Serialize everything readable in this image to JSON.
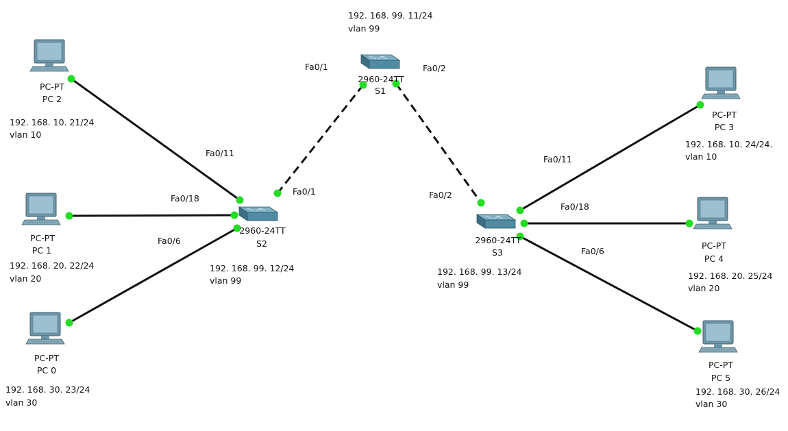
{
  "diagram": {
    "switches": [
      {
        "id": "S1",
        "model": "2960-24TT",
        "name": "S1",
        "ip": "192. 168. 99. 11/24",
        "vlan": "vlan 99"
      },
      {
        "id": "S2",
        "model": "2960-24TT",
        "name": "S2",
        "ip": "192. 168. 99. 12/24",
        "vlan": "vlan 99"
      },
      {
        "id": "S3",
        "model": "2960-24TT",
        "name": "S3",
        "ip": "192. 168. 99. 13/24",
        "vlan": "vlan 99"
      }
    ],
    "pcs": [
      {
        "id": "PC2",
        "type": "PC-PT",
        "name": "PC 2",
        "ip": "192. 168. 10. 21/24",
        "vlan": "vlan 10"
      },
      {
        "id": "PC1",
        "type": "PC-PT",
        "name": "PC 1",
        "ip": "192. 168. 20. 22/24",
        "vlan": "vlan 20"
      },
      {
        "id": "PC0",
        "type": "PC-PT",
        "name": "PC 0",
        "ip": "192. 168. 30. 23/24",
        "vlan": "vlan 30"
      },
      {
        "id": "PC3",
        "type": "PC-PT",
        "name": "PC 3",
        "ip": "192. 168. 10. 24/24.",
        "vlan": "vlan 10"
      },
      {
        "id": "PC4",
        "type": "PC-PT",
        "name": "PC 4",
        "ip": "192. 168. 20. 25/24",
        "vlan": "vlan 20"
      },
      {
        "id": "PC5",
        "type": "PC-PT",
        "name": "PC 5",
        "ip": "192. 168. 30. 26/24",
        "vlan": "vlan 30"
      }
    ],
    "links": [
      {
        "from": "S1",
        "to": "S2",
        "style": "dashed",
        "port_a": "Fa0/1",
        "port_b": "Fa0/1"
      },
      {
        "from": "S1",
        "to": "S3",
        "style": "dashed",
        "port_a": "Fa0/2",
        "port_b": "Fa0/2"
      },
      {
        "from": "S2",
        "to": "PC2",
        "style": "solid",
        "port": "Fa0/11"
      },
      {
        "from": "S2",
        "to": "PC1",
        "style": "solid",
        "port": "Fa0/18"
      },
      {
        "from": "S2",
        "to": "PC0",
        "style": "solid",
        "port": "Fa0/6"
      },
      {
        "from": "S3",
        "to": "PC3",
        "style": "solid",
        "port": "Fa0/11"
      },
      {
        "from": "S3",
        "to": "PC4",
        "style": "solid",
        "port": "Fa0/18"
      },
      {
        "from": "S3",
        "to": "PC5",
        "style": "solid",
        "port": "Fa0/6"
      }
    ],
    "colors": {
      "link": "#111111",
      "port_status": "#22dd22",
      "switch_body": "#4f8ca3",
      "pc_screen": "#8fb3c2"
    }
  }
}
